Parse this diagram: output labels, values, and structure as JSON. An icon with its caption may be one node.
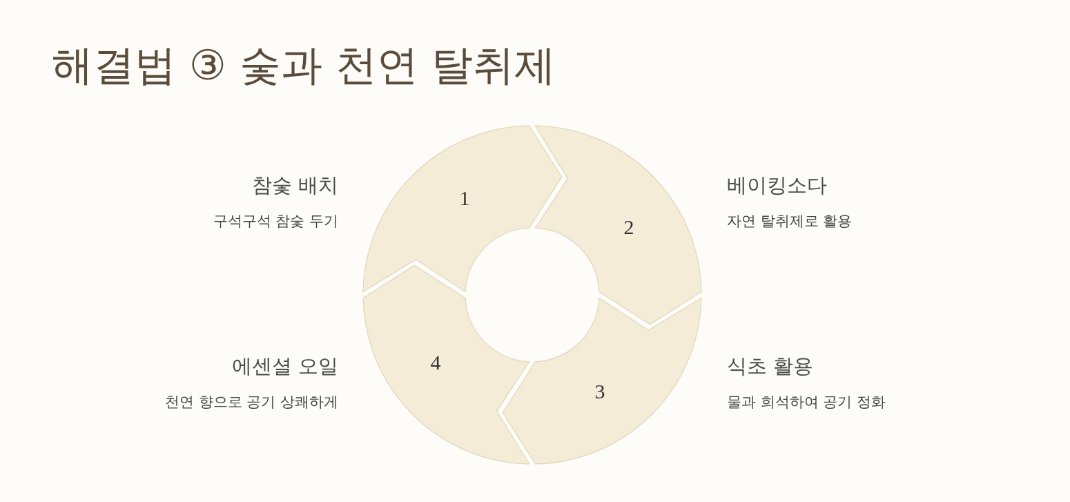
{
  "diagram": {
    "title": "해결법 ③ 숯과 천연 탈취제",
    "nodes": [
      {
        "text": [
          "1"
        ],
        "beside": [
          "참숯 배치",
          "구석구석 참숯 두기"
        ]
      },
      {
        "text": [
          "2"
        ],
        "beside": [
          "베이킹소다",
          "자연 탈취제로 활용"
        ]
      },
      {
        "text": [
          "3"
        ],
        "beside": [
          "식초 활용",
          "물과 희석하여 공기 정화"
        ]
      },
      {
        "text": [
          "4"
        ],
        "beside": [
          "에센셜 오일",
          "천연 향으로 공기 상쾌하게"
        ]
      }
    ]
  }
}
